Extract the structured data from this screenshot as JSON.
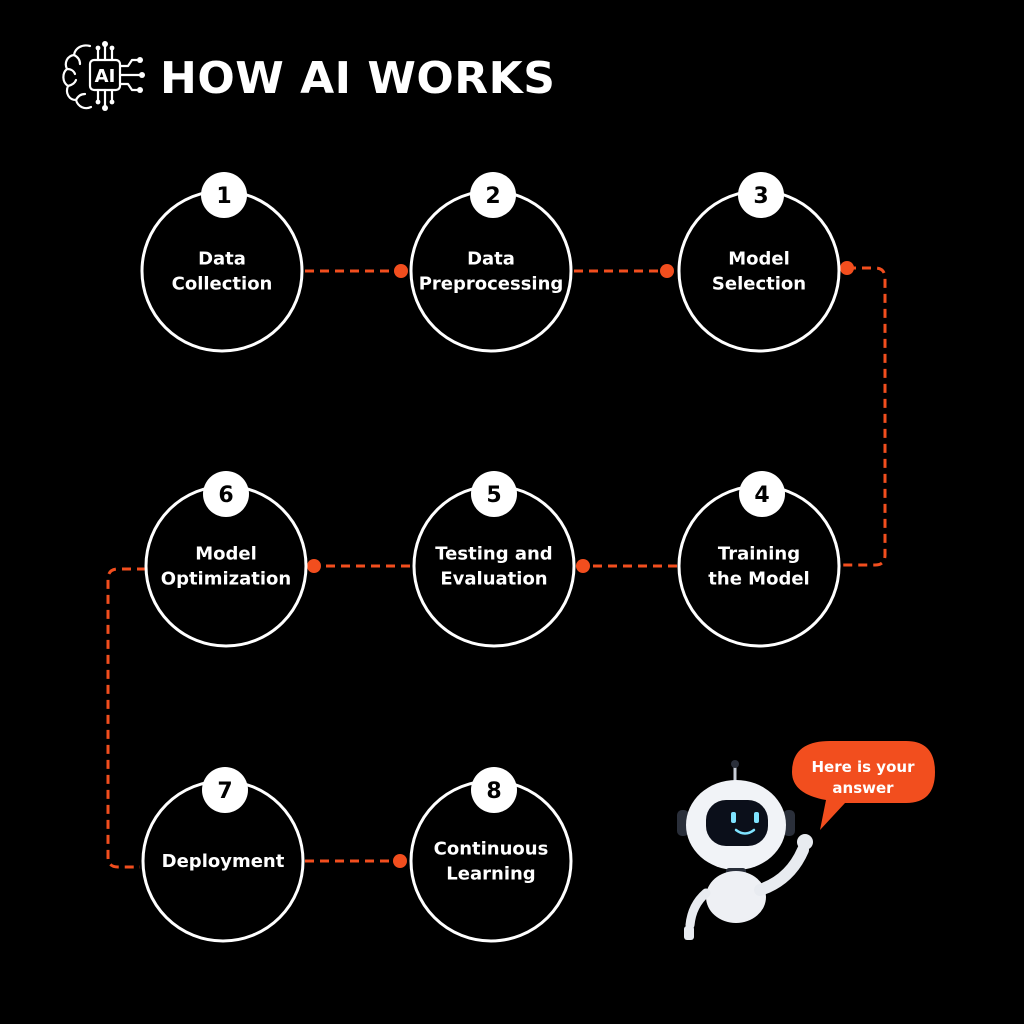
{
  "header": {
    "title": "HOW AI WORKS",
    "logo_icon": "ai-brain-circuit-icon",
    "logo_text": "AI"
  },
  "colors": {
    "background": "#000000",
    "accent": "#f24e1e",
    "foreground": "#ffffff"
  },
  "steps": [
    {
      "number": "1",
      "lines": [
        "Data",
        "Collection"
      ]
    },
    {
      "number": "2",
      "lines": [
        "Data",
        "Preprocessing"
      ]
    },
    {
      "number": "3",
      "lines": [
        "Model",
        "Selection"
      ]
    },
    {
      "number": "4",
      "lines": [
        "Training",
        "the Model"
      ]
    },
    {
      "number": "5",
      "lines": [
        "Testing and",
        "Evaluation"
      ]
    },
    {
      "number": "6",
      "lines": [
        "Model",
        "Optimization"
      ]
    },
    {
      "number": "7",
      "lines": [
        "Deployment"
      ]
    },
    {
      "number": "8",
      "lines": [
        "Continuous",
        "Learning"
      ]
    }
  ],
  "robot": {
    "icon": "robot-mascot-icon",
    "speech_lines": [
      "Here is your",
      "answer"
    ]
  }
}
